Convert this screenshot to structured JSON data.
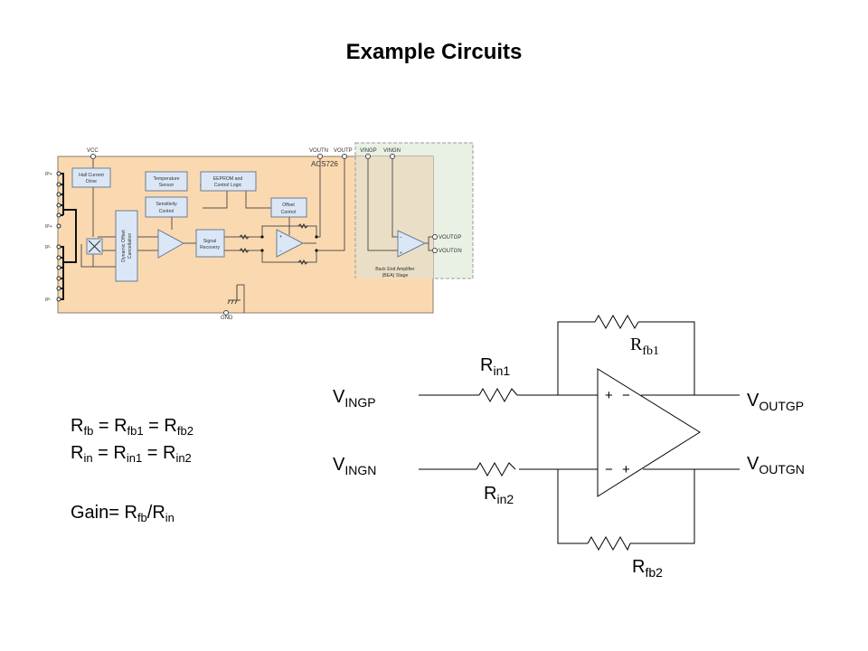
{
  "slide": {
    "title": "Example Circuits"
  },
  "block_diagram": {
    "chip_name": "ACS726",
    "pins_top": [
      "VCC",
      "VOUTN",
      "VOUTP",
      "VINGP",
      "VINGN"
    ],
    "pins_left": [
      "IP+",
      "IP+",
      "IP-",
      "IP-"
    ],
    "pin_bottom": "GND",
    "outputs": [
      "VOUTGP",
      "VOUTGN"
    ],
    "blocks": {
      "hall_current_drive": [
        "Hall Current",
        "Drive"
      ],
      "temperature_sensor": [
        "Temperature",
        "Sensor"
      ],
      "eeprom": [
        "EEPROM and",
        "Control Logic"
      ],
      "sensitivity_control": [
        "Sensitivity",
        "Control"
      ],
      "offset_control": [
        "Offset",
        "Control"
      ],
      "signal_recovery": [
        "Signal",
        "Recovery"
      ],
      "dynamic_offset": [
        "Dynamic Offset",
        "Cancellation"
      ]
    },
    "bea_label": [
      "Back End Amplifier",
      "(BEA) Stage"
    ],
    "colors": {
      "chip_fill": "#fbd9b0",
      "bea_fill": "#e9f1e4",
      "block_fill": "#dbe7f6",
      "block_stroke": "#6b7c90"
    }
  },
  "equations": {
    "line1": {
      "a": "R",
      "a_sub": "fb",
      "eq1": " = R",
      "b_sub": "fb1",
      "eq2": " = R",
      "c_sub": "fb2"
    },
    "line2": {
      "a": "R",
      "a_sub": "in",
      "eq1": " = R",
      "b_sub": "in1",
      "eq2": " = R",
      "c_sub": "in2"
    },
    "gain": {
      "prefix": "Gain= R",
      "a_sub": "fb",
      "mid": "/R",
      "b_sub": "in"
    }
  },
  "circuit": {
    "vingp": {
      "main": "V",
      "sub": "INGP"
    },
    "vingn": {
      "main": "V",
      "sub": "INGN"
    },
    "voutgp": {
      "main": "V",
      "sub": "OUTGP"
    },
    "voutgn": {
      "main": "V",
      "sub": "OUTGN"
    },
    "rin1": {
      "main": "R",
      "sub": "in1"
    },
    "rin2": {
      "main": "R",
      "sub": "in2"
    },
    "rfb1": {
      "main": "R",
      "sub": "fb1"
    },
    "rfb2": {
      "main": "R",
      "sub": "fb2"
    },
    "opamp_top_signs": [
      "+",
      "−"
    ],
    "opamp_bottom_signs": [
      "−",
      "+"
    ]
  }
}
